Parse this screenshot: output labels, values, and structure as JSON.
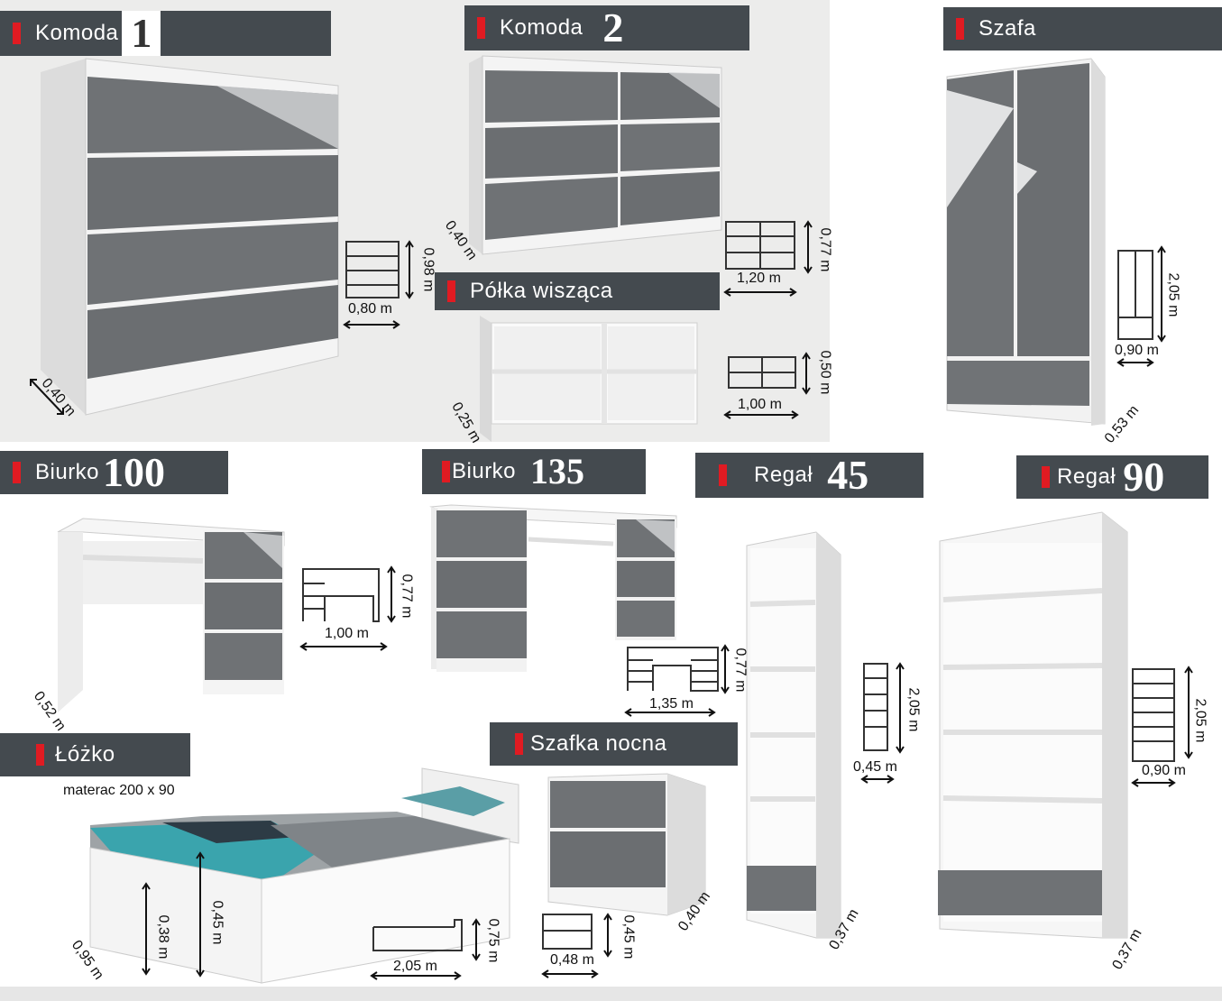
{
  "colors": {
    "tag_bg": "#444a4f",
    "tag_mark": "#e01b22",
    "front_gray": "#6f7275",
    "body_white": "#f4f4f4"
  },
  "products": {
    "komoda1": {
      "label": "Komoda",
      "number": "1",
      "width": "0,80 m",
      "height": "0,98 m",
      "depth": "0,40 m"
    },
    "komoda2": {
      "label": "Komoda",
      "number": "2",
      "width": "1,20 m",
      "height": "0,77 m",
      "depth": "0,40 m"
    },
    "szafa": {
      "label": "Szafa",
      "width": "0,90 m",
      "height": "2,05 m",
      "depth": "0,53 m"
    },
    "polka": {
      "label": "Półka wisząca",
      "width": "1,00 m",
      "height": "0,50 m",
      "depth": "0,25 m"
    },
    "biurko100": {
      "label": "Biurko",
      "number": "100",
      "width": "1,00 m",
      "height": "0,77 m",
      "depth": "0,52 m"
    },
    "biurko135": {
      "label": "Biurko",
      "number": "135",
      "width": "1,35 m",
      "height": "0,77 m"
    },
    "regal45": {
      "label": "Regał",
      "number": "45",
      "width": "0,45 m",
      "height": "2,05 m",
      "depth": "0,37 m"
    },
    "regal90": {
      "label": "Regał",
      "number": "90",
      "width": "0,90 m",
      "height": "2,05 m",
      "depth": "0,37 m"
    },
    "lozko": {
      "label": "Łóżko",
      "note": "materac 200 x 90",
      "width": "2,05 m",
      "height": "0,75 m",
      "depth": "0,95 m",
      "frame_height": "0,38 m",
      "side_height": "0,45 m"
    },
    "szafka": {
      "label": "Szafka nocna",
      "width": "0,48 m",
      "height": "0,45 m",
      "depth": "0,40 m"
    }
  }
}
